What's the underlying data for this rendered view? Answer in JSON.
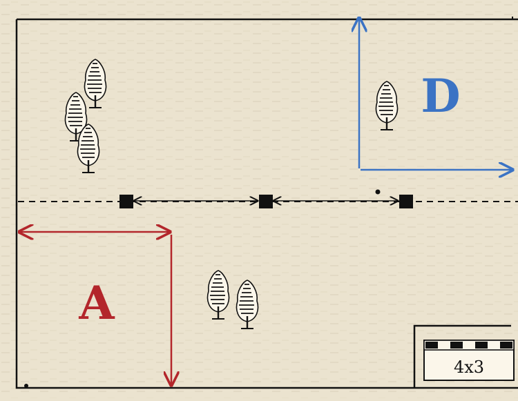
{
  "labels": {
    "a": "A",
    "d": "D",
    "scale": "4x3"
  },
  "colors": {
    "paper": "#ebe3cf",
    "ink": "#111111",
    "a_marker": "#b3262b",
    "d_marker": "#3b73c4"
  },
  "icons": [
    "tree-icon",
    "square-marker-icon"
  ]
}
